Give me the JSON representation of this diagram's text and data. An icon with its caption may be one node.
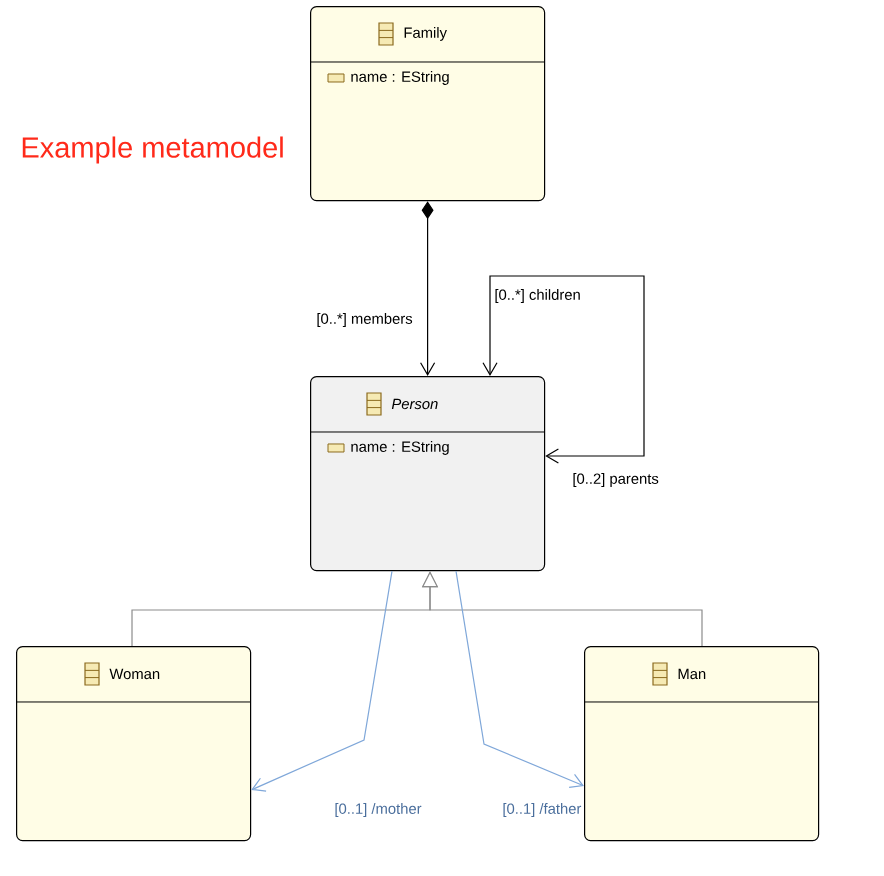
{
  "diagram": {
    "nodes": [
      {
        "text": [
          "Family",
          "name : EString"
        ]
      },
      {
        "text": [
          "Person",
          "name : EString"
        ]
      },
      {
        "text": [
          "Woman"
        ]
      },
      {
        "text": [
          "Man"
        ]
      }
    ],
    "edges": [
      {
        "from": 0,
        "to": 1,
        "arrow": "to",
        "label": "[0..*] members"
      },
      {
        "from": 1,
        "to": 1,
        "arrow": "both",
        "label": "[0..*] children"
      },
      {
        "from": 2,
        "to": 1,
        "arrow": "to",
        "color": "#8c8c8c"
      },
      {
        "from": 3,
        "to": 1,
        "arrow": "to",
        "color": "#8c8c8c"
      },
      {
        "from": 1,
        "to": 2,
        "arrow": "to",
        "label": "[0..1] /mother",
        "color": "#7fa7d9"
      },
      {
        "from": 1,
        "to": 3,
        "arrow": "to",
        "label": "[0..1] /father",
        "color": "#7fa7d9"
      }
    ],
    "labels": [
      "Example metamodel",
      "[0..2] parents"
    ]
  }
}
